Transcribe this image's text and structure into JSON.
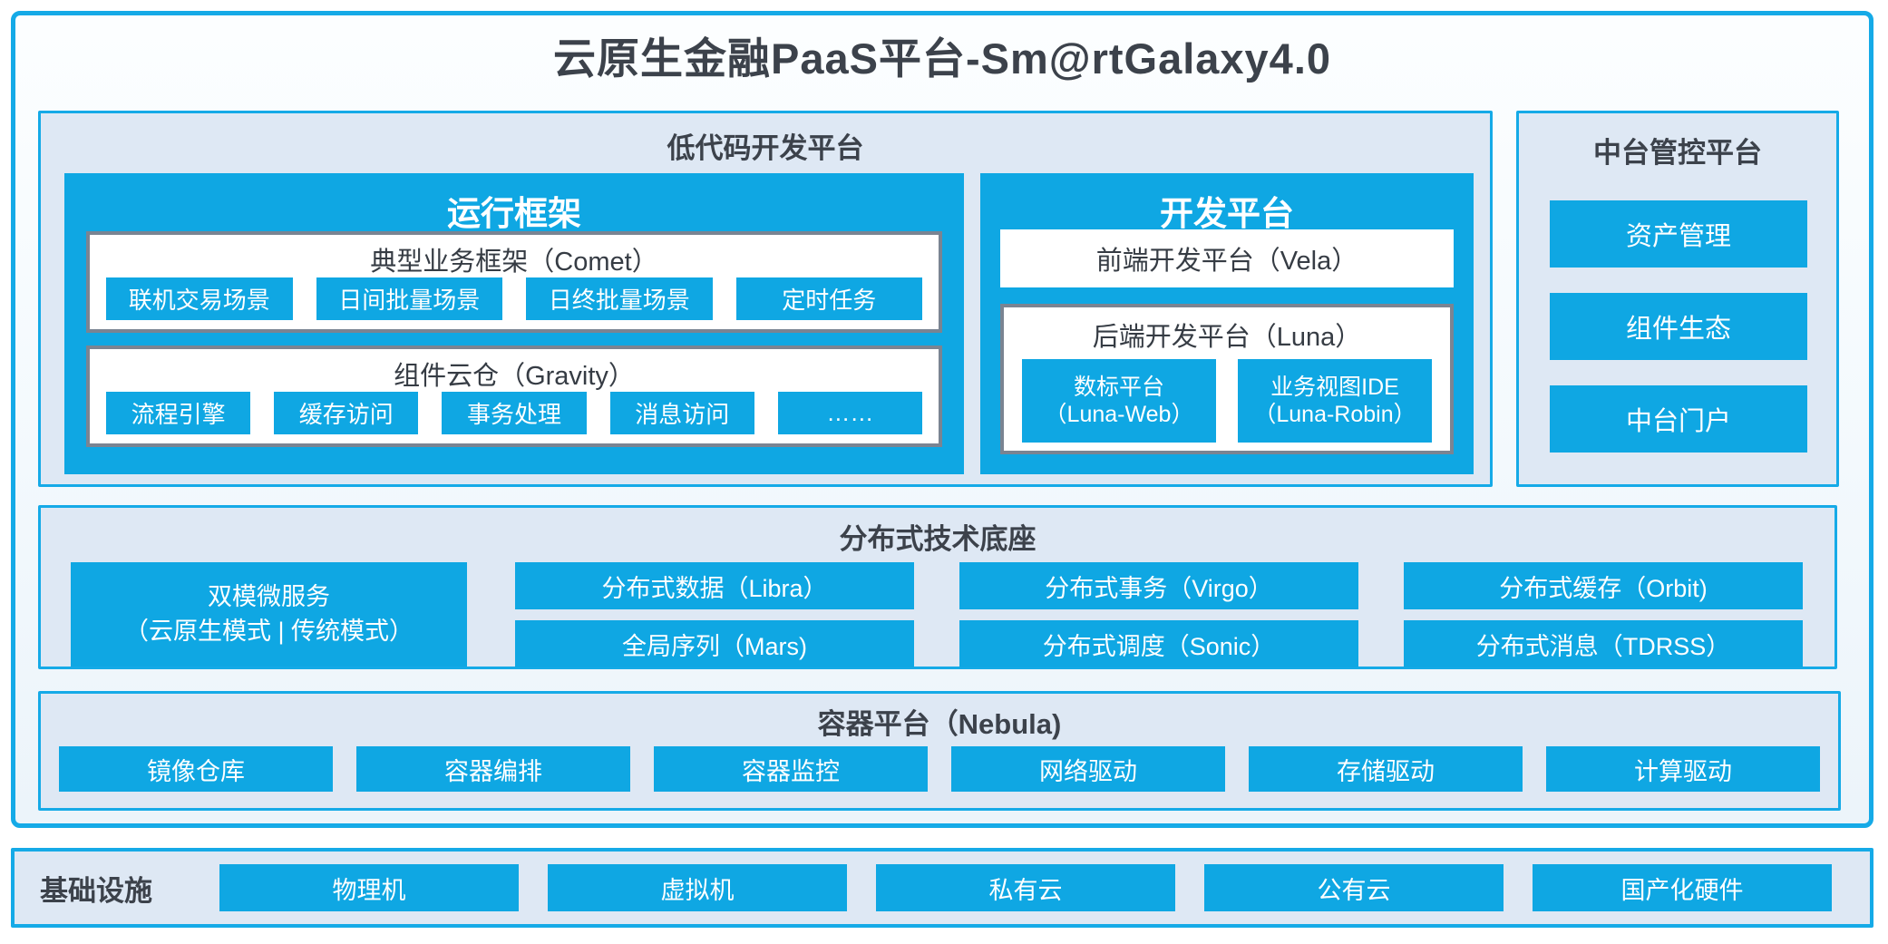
{
  "title": "云原生金融PaaS平台-Sm@rtGalaxy4.0",
  "colors": {
    "accent_blue": "#0fa7e3",
    "border_blue": "#15aae7",
    "section_bg": "#dee8f4",
    "gray_border": "#7a8492",
    "text_dark": "#3c424b"
  },
  "low_code": {
    "title": "低代码开发平台",
    "runtime": {
      "title": "运行框架",
      "comet": {
        "title": "典型业务框架（Comet）",
        "items": [
          "联机交易场景",
          "日间批量场景",
          "日终批量场景",
          "定时任务"
        ]
      },
      "gravity": {
        "title": "组件云仓（Gravity）",
        "items": [
          "流程引擎",
          "缓存访问",
          "事务处理",
          "消息访问",
          "……"
        ]
      }
    },
    "dev": {
      "title": "开发平台",
      "vela": "前端开发平台（Vela）",
      "luna": {
        "title": "后端开发平台（Luna）",
        "items": [
          {
            "line1": "数标平台",
            "line2": "（Luna-Web）"
          },
          {
            "line1": "业务视图IDE",
            "line2": "（Luna-Robin）"
          }
        ]
      }
    }
  },
  "mid_platform": {
    "title": "中台管控平台",
    "items": [
      "资产管理",
      "组件生态",
      "中台门户"
    ]
  },
  "distributed": {
    "title": "分布式技术底座",
    "dual_mode": {
      "line1": "双模微服务",
      "line2": "（云原生模式 | 传统模式）"
    },
    "columns": [
      {
        "top": "分布式数据（Libra）",
        "bottom": "全局序列（Mars)"
      },
      {
        "top": "分布式事务（Virgo）",
        "bottom": "分布式调度（Sonic）"
      },
      {
        "top": "分布式缓存（Orbit)",
        "bottom": "分布式消息（TDRSS）"
      }
    ]
  },
  "container_platform": {
    "title": "容器平台（Nebula)",
    "items": [
      "镜像仓库",
      "容器编排",
      "容器监控",
      "网络驱动",
      "存储驱动",
      "计算驱动"
    ]
  },
  "infrastructure": {
    "title": "基础设施",
    "items": [
      "物理机",
      "虚拟机",
      "私有云",
      "公有云",
      "国产化硬件"
    ]
  }
}
